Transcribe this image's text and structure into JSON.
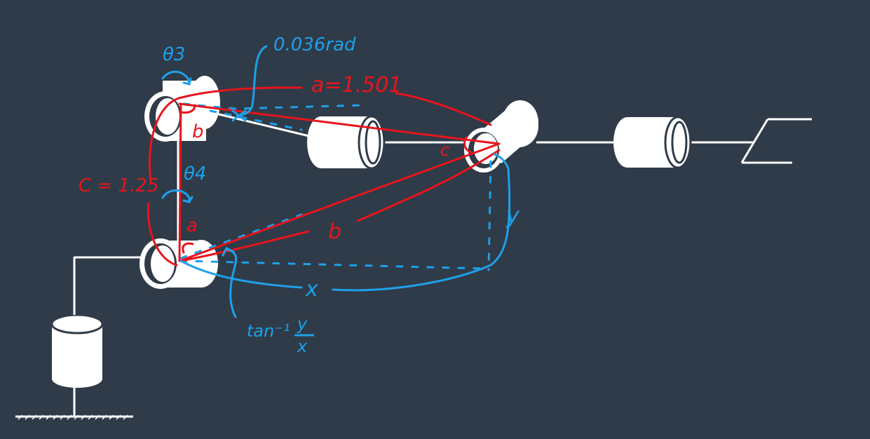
{
  "colors": {
    "background": "#2f3b48",
    "robot": "#ffffff",
    "annotation_red": "#e8141c",
    "annotation_blue": "#1ea0ea"
  },
  "labels": {
    "angle_rad": "0.036rad",
    "theta3": "θ3",
    "theta4": "θ4",
    "side_a_value": "a=1.501",
    "side_c_value": "C = 1.25",
    "side_b_lower": "b",
    "side_b_upper": "b",
    "vertex_a": "a",
    "vertex_c": "c",
    "x_label": "x",
    "y_label": "y",
    "tan_label": "tan⁻¹",
    "frac_num": "y",
    "frac_den": "x"
  }
}
